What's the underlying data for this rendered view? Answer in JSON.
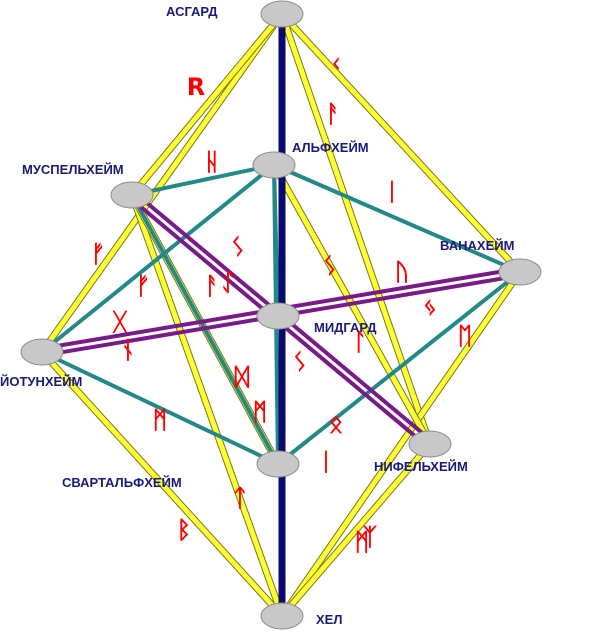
{
  "diagram": {
    "colors": {
      "yellow_edge": "#ffff33",
      "yellow_outline": "#777722",
      "teal_edge": "#228888",
      "purple_edge": "#7a1a8a",
      "axis": "#0a0a6e",
      "node_fill": "#c8c8c8",
      "label": "#1a1a7a",
      "rune": "#ff0000"
    },
    "nodes": [
      {
        "id": "asgard",
        "label": "АСГАРД"
      },
      {
        "id": "alfheim",
        "label": "АЛЬФХЕЙМ"
      },
      {
        "id": "muspelheim",
        "label": "МУСПЕЛЬХЕЙМ"
      },
      {
        "id": "vanaheim",
        "label": "ВАНАХЕЙМ"
      },
      {
        "id": "midgard",
        "label": "МИДГАРД"
      },
      {
        "id": "jotunheim",
        "label": "ЙОТУНХЕЙМ"
      },
      {
        "id": "niflheim",
        "label": "НИФЕЛЬХЕЙМ"
      },
      {
        "id": "svartalfheim",
        "label": "СВАРТАЛЬФХЕЙМ"
      },
      {
        "id": "hel",
        "label": "ХЕЛ"
      }
    ],
    "runes": [
      "R",
      "ᚲ",
      "ᚨ",
      "ᚺ",
      "ᛁ",
      "ᚠ",
      "ᛊ",
      "ᚨ",
      "ᚢ",
      "ᚠ",
      "ᚷ",
      "ᛃ",
      "ᚾ",
      "ᛚ",
      "ᛖ",
      "ᛊ",
      "ᛞ",
      "ᛗ",
      "ᛟ",
      "ᛁ",
      "ᛏ",
      "ᛒ",
      "ᛉ",
      "ᛊ",
      "ᛇ",
      "ᛗ",
      "ᛗ"
    ]
  }
}
